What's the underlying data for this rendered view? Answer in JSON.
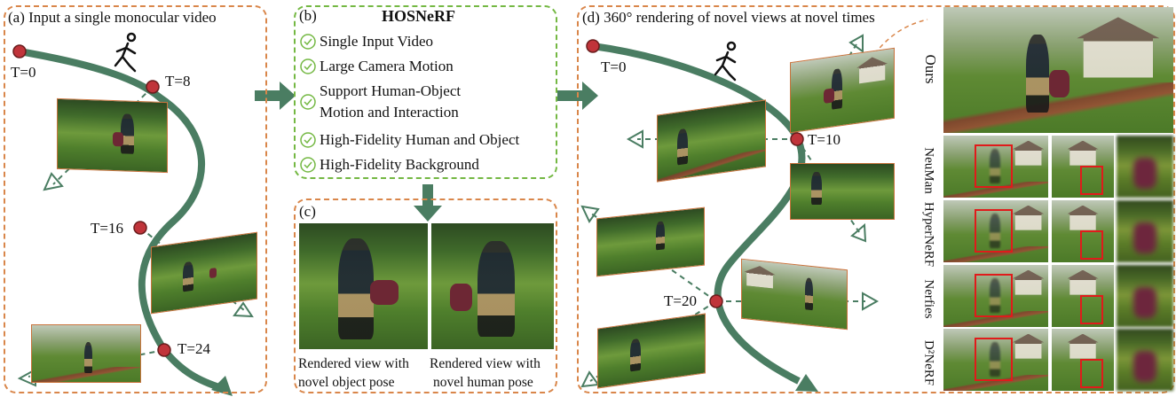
{
  "panel_a": {
    "title": "(a)  Input a single monocular video",
    "times": [
      "T=0",
      "T=8",
      "T=16",
      "T=24"
    ]
  },
  "panel_b": {
    "tag": "(b)",
    "title": "HOSNeRF",
    "features": [
      "Single Input Video",
      "Large Camera Motion",
      "Support Human-Object",
      "Motion and Interaction",
      "High-Fidelity Human and Object",
      "High-Fidelity Background"
    ]
  },
  "panel_c": {
    "tag": "(c)",
    "captions": [
      [
        "Rendered view with",
        "novel object pose"
      ],
      [
        "Rendered view with",
        "novel human pose"
      ]
    ]
  },
  "panel_d": {
    "title": "(d) 360° rendering of novel views at novel times",
    "times": [
      "T=0",
      "T=10",
      "T=20"
    ]
  },
  "methods": [
    "Ours",
    "NeuMan",
    "HyperNeRF",
    "Nerfies",
    "D²NeRF"
  ],
  "colors": {
    "trajectory": "#4a7d62",
    "panel_border": "#d9864a",
    "panel_b_border": "#74b843",
    "marker": "#c0343a",
    "crop_box": "#e01b1b"
  }
}
